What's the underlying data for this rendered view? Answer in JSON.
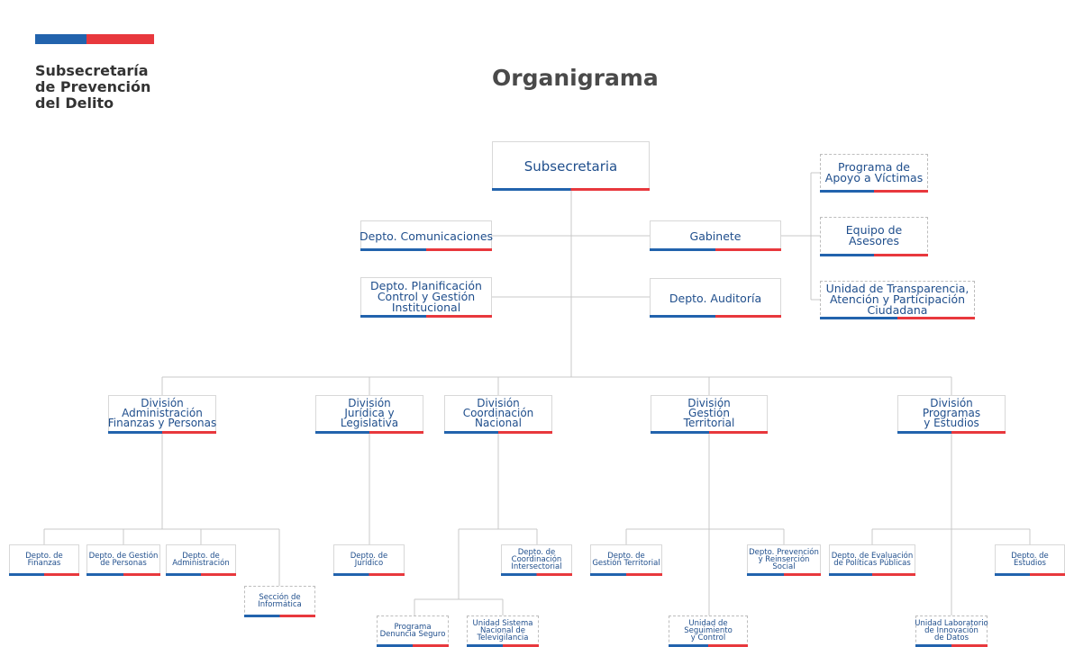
{
  "header": {
    "logo_lines": [
      "Subsecretaría",
      "de Prevención",
      "del Delito"
    ],
    "title": "Organigrama"
  },
  "colors": {
    "blue": "#2263ad",
    "red": "#e8383d",
    "line": "#c9c9c9",
    "text": "#1f4e8c"
  },
  "top": {
    "subsecretaria": "Subsecretaria",
    "gabinete": "Gabinete",
    "depto_comunicaciones": "Depto. Comunicaciones",
    "depto_planificacion": [
      "Depto. Planificación",
      "Control y Gestión",
      "Institucional"
    ],
    "depto_auditoria": "Depto. Auditoría",
    "programa_apoyo_victimas": [
      "Programa de",
      "Apoyo a Víctimas"
    ],
    "equipo_asesores": [
      "Equipo de",
      "Asesores"
    ],
    "unidad_transparencia": [
      "Unidad de Transparencia,",
      "Atención y Participación",
      "Ciudadana"
    ]
  },
  "divisions": {
    "administracion": [
      "División",
      "Administración",
      "Finanzas y Personas"
    ],
    "juridica": [
      "División",
      "Jurídica y",
      "Legislativa"
    ],
    "coordinacion": [
      "División",
      "Coordinación",
      "Nacional"
    ],
    "gestion_territorial": [
      "División",
      "Gestión",
      "Territorial"
    ],
    "programas": [
      "División",
      "Programas",
      "y Estudios"
    ]
  },
  "units": {
    "finanzas": [
      "Depto. de",
      "Finanzas"
    ],
    "gestion_personas": [
      "Depto. de Gestión",
      "de Personas"
    ],
    "administracion": [
      "Depto. de",
      "Administración"
    ],
    "informatica": [
      "Sección de",
      "Informática"
    ],
    "juridico": [
      "Depto. de",
      "Jurídico"
    ],
    "coordinacion_intersectorial": [
      "Depto. de",
      "Coordinación",
      "Intersectorial"
    ],
    "denuncia_seguro": [
      "Programa",
      "Denuncia Seguro"
    ],
    "televigilancia": [
      "Unidad Sistema",
      "Nacional de",
      "Televigilancia"
    ],
    "gestion_territorial": [
      "Depto. de",
      "Gestión Territorial"
    ],
    "reinsercion": [
      "Depto. Prevención",
      "y Reinserción",
      "Social"
    ],
    "seguimiento": [
      "Unidad de",
      "Seguimiento",
      "y Control"
    ],
    "evaluacion": [
      "Depto. de Evaluación",
      "de Políticas Públicas"
    ],
    "estudios": [
      "Depto. de",
      "Estudios"
    ],
    "innovacion": [
      "Unidad Laboratorio",
      "de Innovación",
      "de Datos"
    ]
  }
}
